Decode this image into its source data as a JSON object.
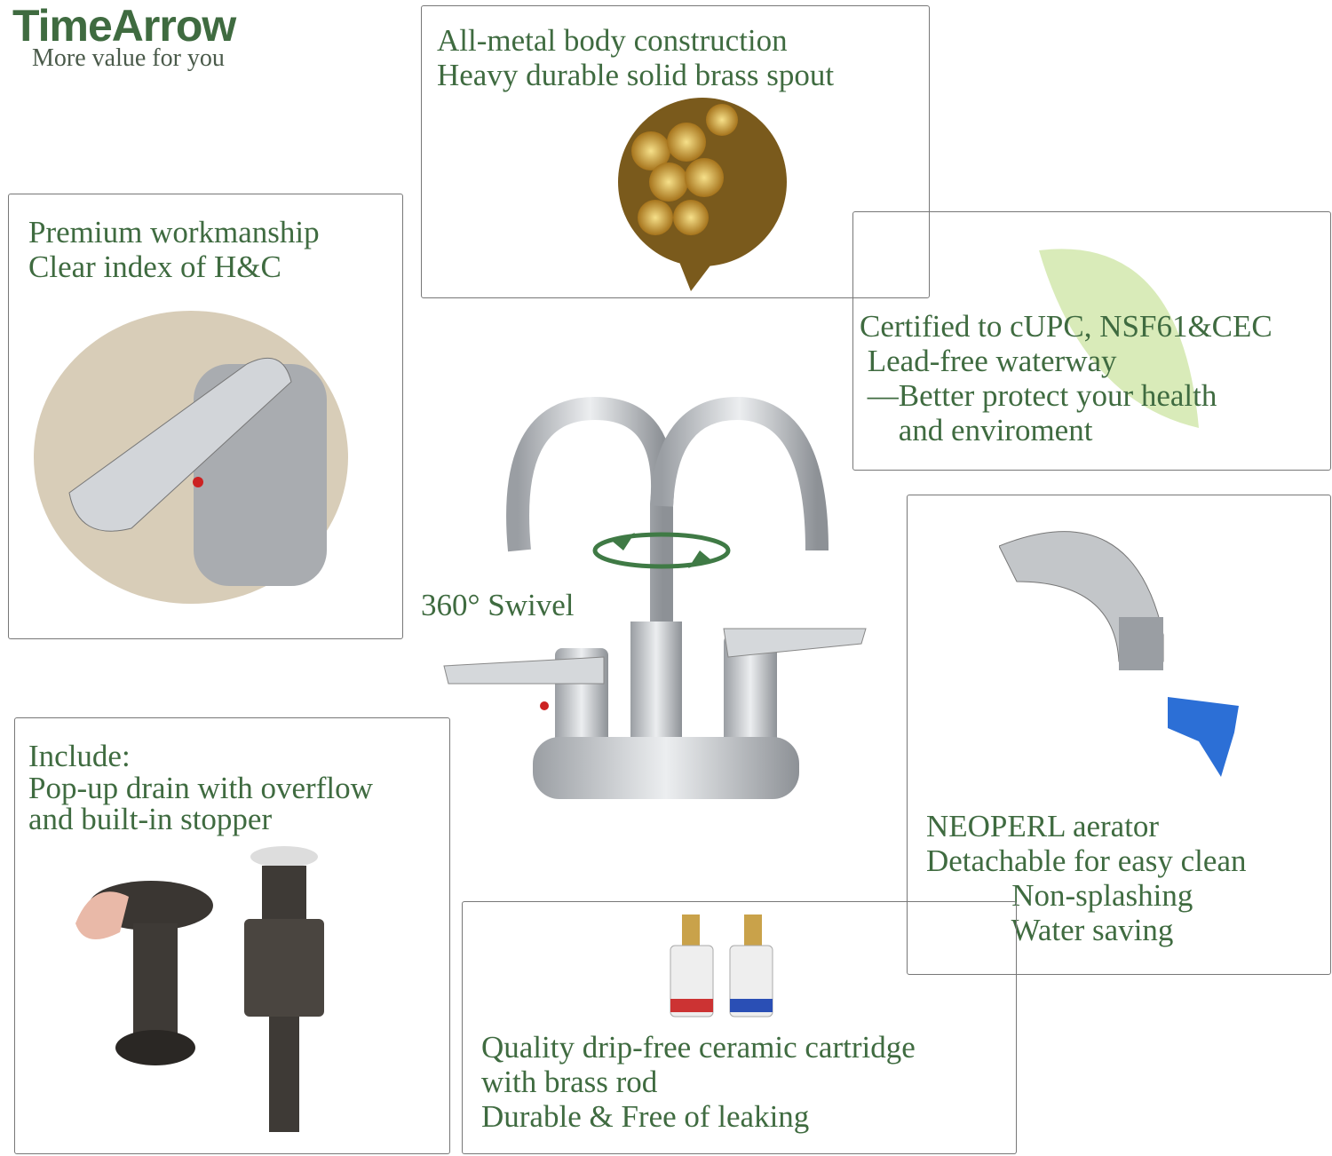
{
  "brand": {
    "name": "TimeArrow",
    "tagline": "More value for you"
  },
  "features": {
    "brass": [
      "All-metal body construction",
      "Heavy durable solid brass spout"
    ],
    "workmanship": [
      "Premium workmanship",
      "Clear index of H&C"
    ],
    "certified": [
      "Certified to cUPC, NSF61&CEC",
      " Lead-free waterway",
      " —Better protect your health",
      "     and enviroment"
    ],
    "swivel": "360° Swivel",
    "aerator": [
      "NEOPERL aerator",
      "Detachable for easy clean",
      "           Non-splashing",
      "           Water saving"
    ],
    "include": [
      "Include:",
      "Pop-up drain with overflow",
      "and built-in stopper"
    ],
    "cartridge": [
      "Quality drip-free ceramic cartridge",
      "with brass rod",
      "Durable & Free of leaking"
    ]
  },
  "colors": {
    "text": "#3f6b40",
    "border": "#777777"
  }
}
